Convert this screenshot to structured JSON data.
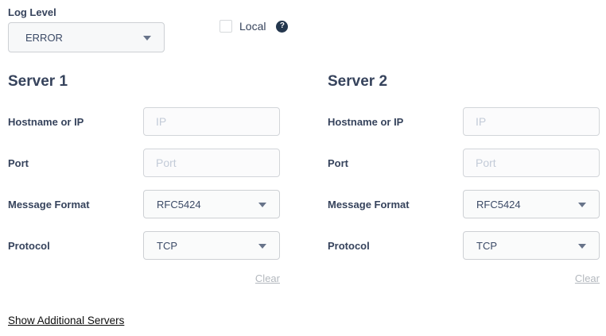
{
  "log_level": {
    "label": "Log Level",
    "value": "ERROR"
  },
  "local": {
    "label": "Local",
    "checked": false,
    "help_icon": "question-mark-icon"
  },
  "servers": [
    {
      "title": "Server 1",
      "hostname": {
        "label": "Hostname or IP",
        "placeholder": "IP",
        "value": ""
      },
      "port": {
        "label": "Port",
        "placeholder": "Port",
        "value": ""
      },
      "message_format": {
        "label": "Message Format",
        "value": "RFC5424"
      },
      "protocol": {
        "label": "Protocol",
        "value": "TCP"
      },
      "clear_label": "Clear"
    },
    {
      "title": "Server 2",
      "hostname": {
        "label": "Hostname or IP",
        "placeholder": "IP",
        "value": ""
      },
      "port": {
        "label": "Port",
        "placeholder": "Port",
        "value": ""
      },
      "message_format": {
        "label": "Message Format",
        "value": "RFC5424"
      },
      "protocol": {
        "label": "Protocol",
        "value": "TCP"
      },
      "clear_label": "Clear"
    }
  ],
  "links": {
    "show_additional": "Show Additional Servers"
  },
  "colors": {
    "label_text": "#36435c",
    "value_text": "#3b4a66",
    "placeholder": "#c3cbd8",
    "input_border": "#d2d5d9",
    "input_bg": "#fbfbfc",
    "loglevel_bg": "#f7f8f9",
    "help_icon_bg": "#24374e",
    "clear_link": "#b3b8be",
    "show_additional_link": "#0d0d0d"
  }
}
